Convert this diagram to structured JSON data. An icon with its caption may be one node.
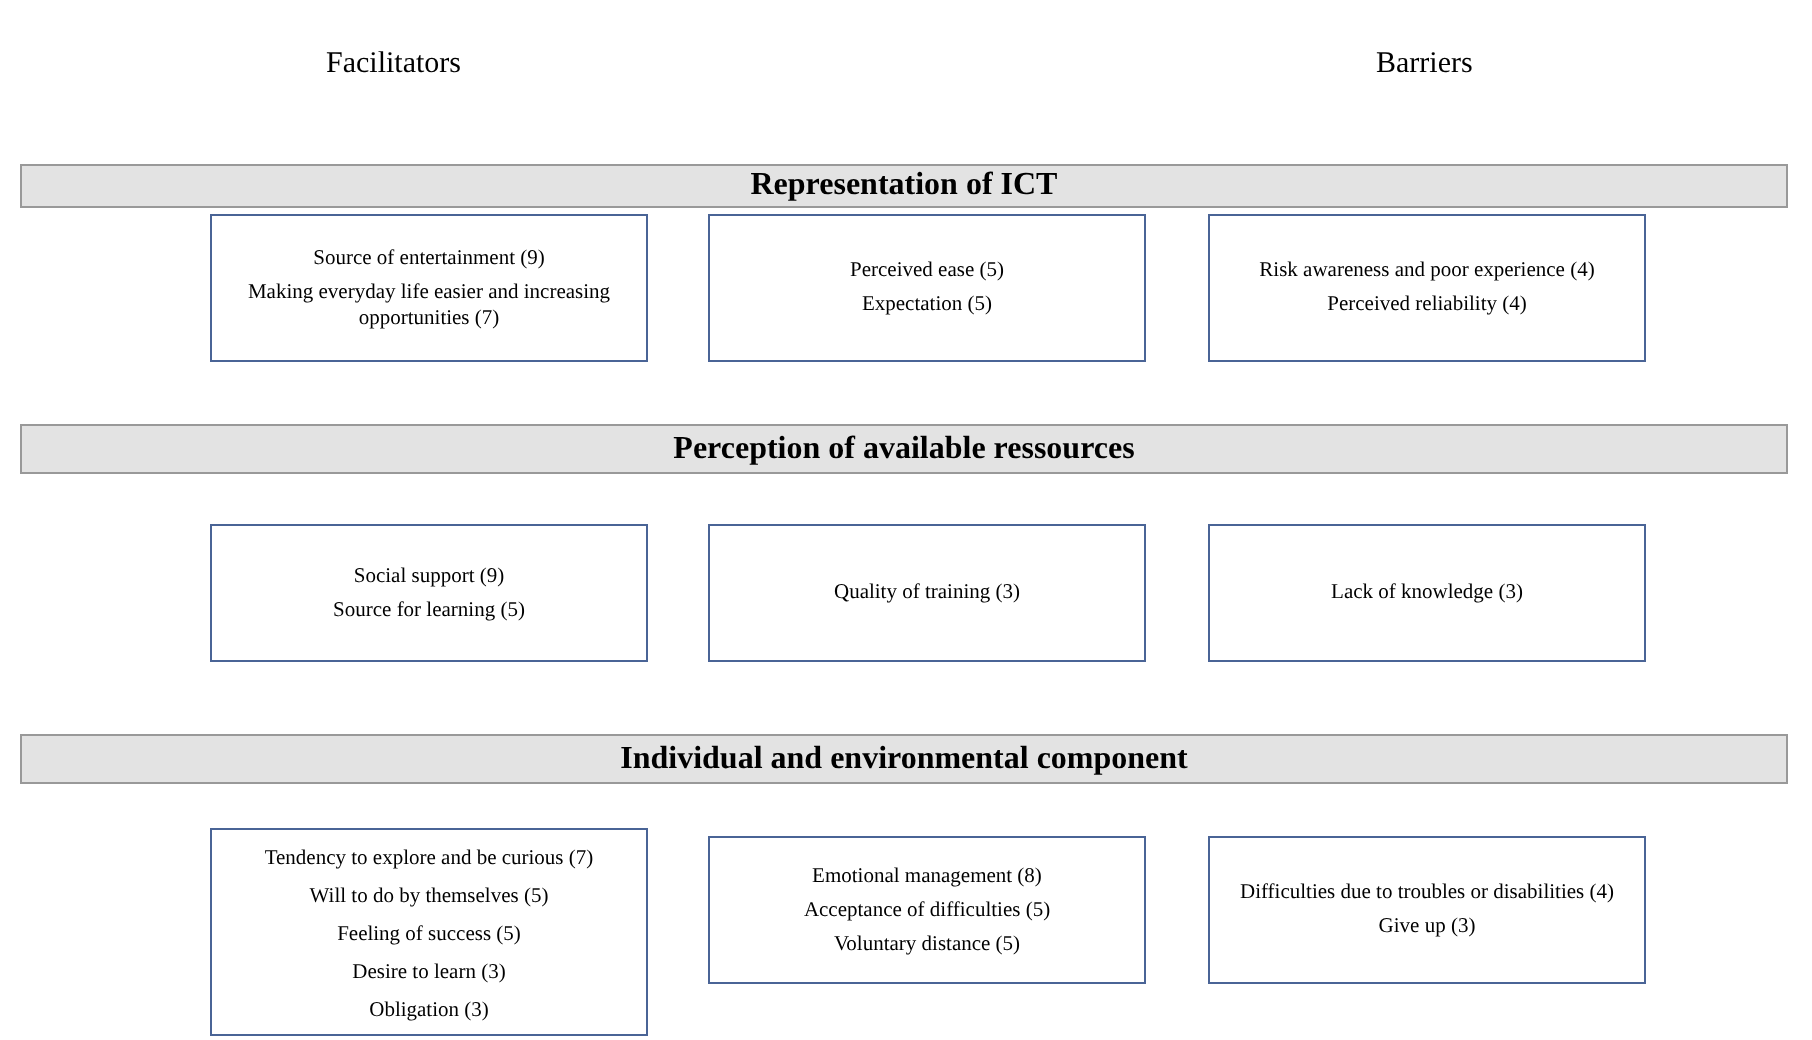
{
  "diagram": {
    "nodes": [
      {
        "text": [
          "Representation of ICT"
        ]
      },
      {
        "text": [
          "Source of entertainment (9)",
          "Making everyday life easier and increasing opportunities (7)"
        ]
      },
      {
        "text": [
          "Perceived ease (5)",
          "Expectation (5)"
        ]
      },
      {
        "text": [
          "Risk awareness and poor experience (4)",
          "Perceived reliability (4)"
        ]
      },
      {
        "text": [
          "Perception of available ressources"
        ]
      },
      {
        "text": [
          "Social support (9)",
          "Source for learning (5)"
        ]
      },
      {
        "text": [
          "Quality of training (3)"
        ]
      },
      {
        "text": [
          "Lack of knowledge (3)"
        ]
      },
      {
        "text": [
          "Individual and environmental component"
        ]
      },
      {
        "text": [
          "Tendency to explore and be curious (7)",
          "Will to do by themselves (5)",
          "Feeling of success (5)",
          "Desire to learn (3)",
          "Obligation (3)"
        ]
      },
      {
        "text": [
          "Emotional management (8)",
          "Acceptance of difficulties  (5)",
          "Voluntary distance (5)"
        ]
      },
      {
        "text": [
          "Difficulties due to troubles or disabilities (4)",
          "Give up (3)"
        ]
      }
    ],
    "labels": [
      "Facilitators",
      "Barriers"
    ]
  }
}
